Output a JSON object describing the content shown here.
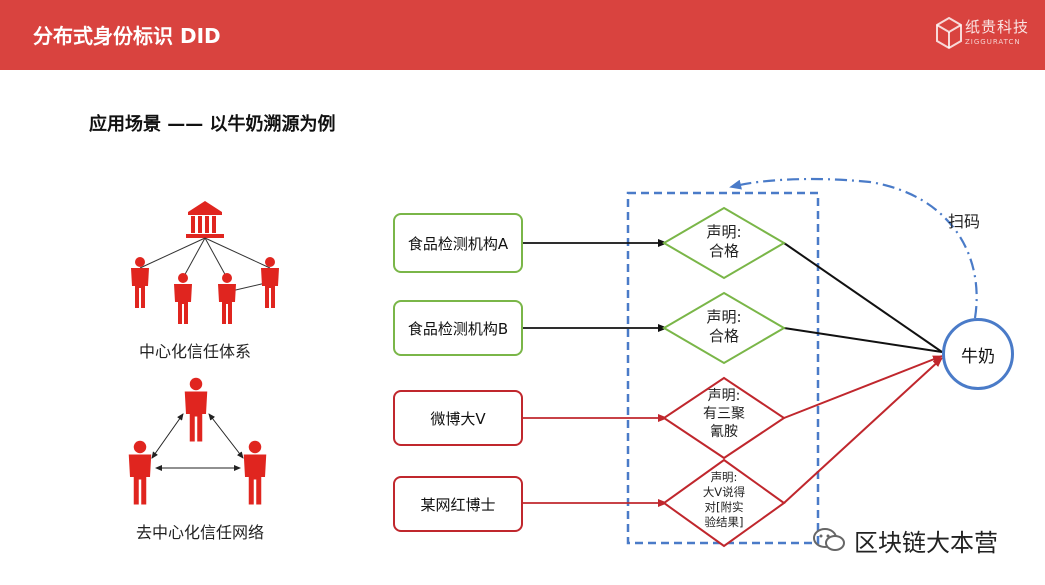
{
  "header": {
    "title": "分布式身份标识 DID",
    "logo_text": "纸贵科技",
    "logo_sub": "ZIGGURATCN"
  },
  "subtitle": "应用场景 —— 以牛奶溯源为例",
  "left_panel": {
    "centralized_caption": "中心化信任体系",
    "decentralized_caption": "去中心化信任网络"
  },
  "issuers": [
    {
      "label": "食品检测机构A",
      "color": "green"
    },
    {
      "label": "食品检测机构B",
      "color": "green"
    },
    {
      "label": "微博大V",
      "color": "red"
    },
    {
      "label": "某网红博士",
      "color": "red"
    }
  ],
  "claims": [
    {
      "lines": [
        "声明:",
        "合格"
      ]
    },
    {
      "lines": [
        "声明:",
        "合格"
      ]
    },
    {
      "lines": [
        "声明:",
        "有三聚",
        "氰胺"
      ]
    },
    {
      "lines": [
        "声明:",
        "大V说得",
        "对[附实",
        "验结果]"
      ]
    }
  ],
  "product": {
    "label": "牛奶"
  },
  "scan_label": "扫码",
  "watermark": "区块链大本营",
  "colors": {
    "header": "#d9433f",
    "green": "#7ab648",
    "red": "#c0272d",
    "blue": "#4a7bc8"
  }
}
